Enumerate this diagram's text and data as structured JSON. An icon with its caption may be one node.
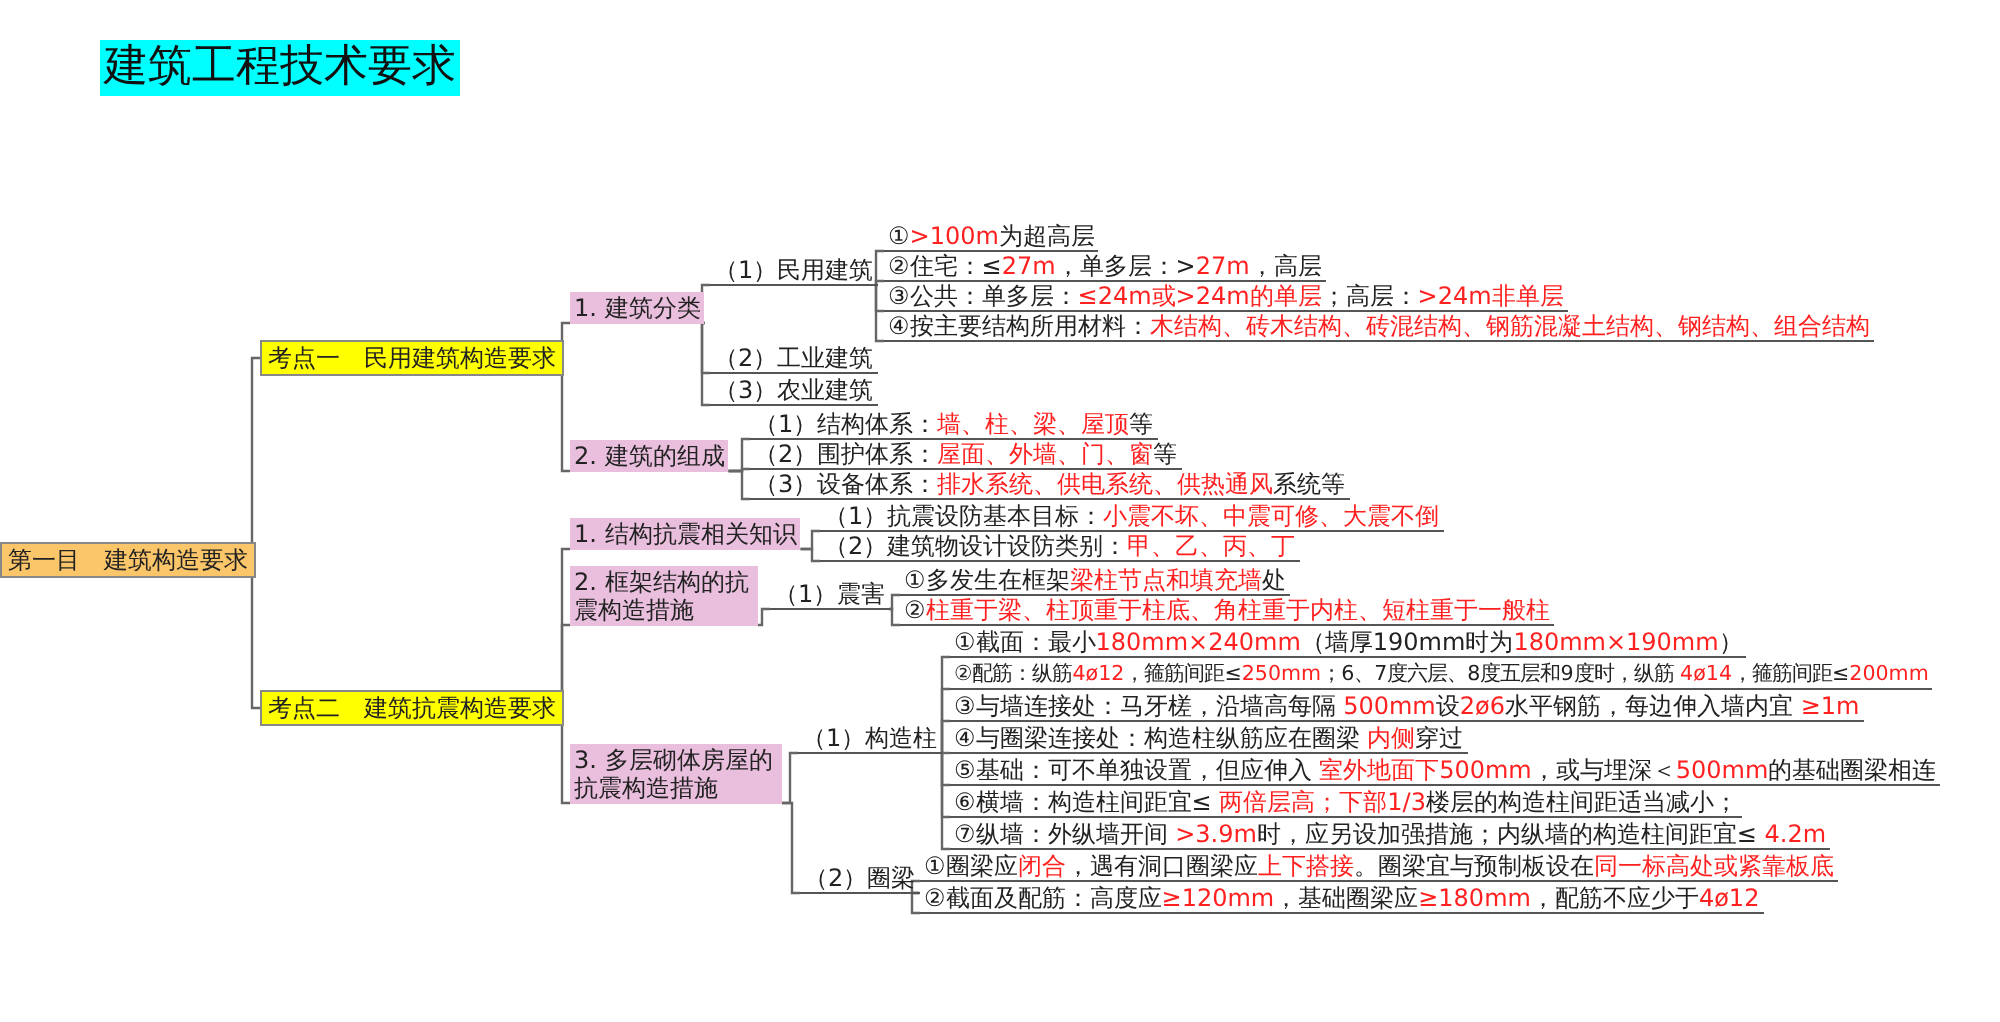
{
  "diagram": {
    "title": "建筑工程技术要求",
    "nodes": [
      {
        "text": [
          "第一目　建筑构造要求"
        ]
      },
      {
        "text": [
          "考点一　民用建筑构造要求"
        ]
      },
      {
        "text": [
          "考点二　建筑抗震构造要求"
        ]
      },
      {
        "text": [
          "1. 建筑分类"
        ]
      },
      {
        "text": [
          "（1）民用建筑"
        ]
      },
      {
        "text": [
          "①**>100m**为超高层"
        ]
      },
      {
        "text": [
          "②住宅：≤**27m**，单多层：>**27m**，高层"
        ]
      },
      {
        "text": [
          "③公共：单多层：**≤24m或>24m的单层**；高层：**>24m非单层**"
        ]
      },
      {
        "text": [
          "④按主要结构所用材料：**木结构、砖木结构、砖混结构、钢筋混凝土结构、钢结构、组合结构**"
        ]
      },
      {
        "text": [
          "（2）工业建筑"
        ]
      },
      {
        "text": [
          "（3）农业建筑"
        ]
      },
      {
        "text": [
          "2. 建筑的组成"
        ]
      },
      {
        "text": [
          "（1）结构体系：**墙、柱、梁、屋顶**等"
        ]
      },
      {
        "text": [
          "（2）围护体系：**屋面、外墙、门、窗**等"
        ]
      },
      {
        "text": [
          "（3）设备体系：**排水系统、供电系统、供热通风**系统等"
        ]
      },
      {
        "text": [
          "1. 结构抗震相关知识"
        ]
      },
      {
        "text": [
          "（1）抗震设防基本目标：**小震不坏、中震可修、大震不倒**"
        ]
      },
      {
        "text": [
          "（2）建筑物设计设防类别：**甲、乙、丙、丁**"
        ]
      },
      {
        "text": [
          "2. 框架结构的抗震构造措施"
        ]
      },
      {
        "text": [
          "（1）震害"
        ]
      },
      {
        "text": [
          "①多发生在框架**梁柱节点和填充墙**处"
        ]
      },
      {
        "text": [
          "②**柱重于梁、柱顶重于柱底、角柱重于内柱、短柱重于一般柱**"
        ]
      },
      {
        "text": [
          "3. 多层砌体房屋的抗震构造措施"
        ]
      },
      {
        "text": [
          "（1）构造柱"
        ]
      },
      {
        "text": [
          "①截面：最小**180mm×240mm**（墙厚190mm时为**180mm×190mm**）"
        ]
      },
      {
        "text": [
          "②配筋：纵筋**4ø12**，箍筋间距≤**250mm**；6、7度六层、8度五层和9度时，纵筋 **4ø14**，箍筋间距≤**200mm**"
        ]
      },
      {
        "text": [
          "③与墙连接处：马牙槎，沿墙高每隔 **500mm**设**2ø6**水平钢筋，每边伸入墙内宜 **≥1m**"
        ]
      },
      {
        "text": [
          "④与圈梁连接处：构造柱纵筋应在圈梁 **内侧**穿过"
        ]
      },
      {
        "text": [
          "⑤基础：可不单独设置，但应伸入 **室外地面下500mm**，或与埋深＜**500mm**的基础圈梁相连"
        ]
      },
      {
        "text": [
          "⑥横墙：构造柱间距宜≤ **两倍层高；下部1/3**楼层的构造柱间距适当减小；"
        ]
      },
      {
        "text": [
          "⑦纵墙：外纵墙开间 **>3.9m**时，应另设加强措施；内纵墙的构造柱间距宜≤ **4.2m**"
        ]
      },
      {
        "text": [
          "（2）圈梁"
        ]
      },
      {
        "text": [
          "①圈梁应**闭合**，遇有洞口圈梁应**上下搭接**。圈梁宜与预制板设在**同一标高处或紧靠板底**"
        ]
      },
      {
        "text": [
          "②截面及配筋：高度应**≥120mm**，基础圈梁应**≥180mm**，配筋不应少于**4ø12**"
        ]
      }
    ],
    "edges": [
      {
        "from": 0,
        "to": 1,
        "arrow": "none"
      },
      {
        "from": 0,
        "to": 2,
        "arrow": "none"
      },
      {
        "from": 1,
        "to": 3,
        "arrow": "none"
      },
      {
        "from": 1,
        "to": 11,
        "arrow": "none"
      },
      {
        "from": 2,
        "to": 15,
        "arrow": "none"
      },
      {
        "from": 2,
        "to": 18,
        "arrow": "none"
      },
      {
        "from": 2,
        "to": 22,
        "arrow": "none"
      },
      {
        "from": 3,
        "to": 4,
        "arrow": "none"
      },
      {
        "from": 3,
        "to": 9,
        "arrow": "none"
      },
      {
        "from": 3,
        "to": 10,
        "arrow": "none"
      },
      {
        "from": 4,
        "to": 5,
        "arrow": "none"
      },
      {
        "from": 4,
        "to": 6,
        "arrow": "none"
      },
      {
        "from": 4,
        "to": 7,
        "arrow": "none"
      },
      {
        "from": 4,
        "to": 8,
        "arrow": "none"
      },
      {
        "from": 11,
        "to": 12,
        "arrow": "none"
      },
      {
        "from": 11,
        "to": 13,
        "arrow": "none"
      },
      {
        "from": 11,
        "to": 14,
        "arrow": "none"
      },
      {
        "from": 15,
        "to": 16,
        "arrow": "none"
      },
      {
        "from": 15,
        "to": 17,
        "arrow": "none"
      },
      {
        "from": 18,
        "to": 19,
        "arrow": "none"
      },
      {
        "from": 19,
        "to": 20,
        "arrow": "none"
      },
      {
        "from": 19,
        "to": 21,
        "arrow": "none"
      },
      {
        "from": 22,
        "to": 23,
        "arrow": "none"
      },
      {
        "from": 22,
        "to": 31,
        "arrow": "none"
      },
      {
        "from": 23,
        "to": 24,
        "arrow": "none"
      },
      {
        "from": 23,
        "to": 25,
        "arrow": "none"
      },
      {
        "from": 23,
        "to": 26,
        "arrow": "none"
      },
      {
        "from": 23,
        "to": 27,
        "arrow": "none"
      },
      {
        "from": 23,
        "to": 28,
        "arrow": "none"
      },
      {
        "from": 23,
        "to": 29,
        "arrow": "none"
      },
      {
        "from": 23,
        "to": 30,
        "arrow": "none"
      },
      {
        "from": 31,
        "to": 32,
        "arrow": "none"
      },
      {
        "from": 31,
        "to": 33,
        "arrow": "none"
      }
    ]
  }
}
